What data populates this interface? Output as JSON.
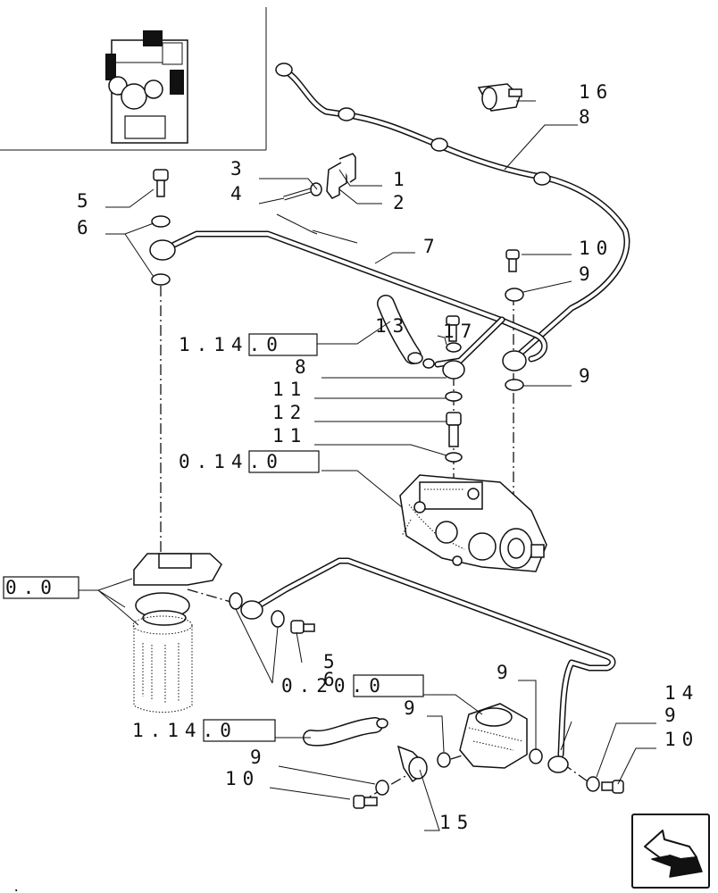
{
  "callouts": {
    "c1": "1",
    "c2": "2",
    "c3": "3",
    "c4": "4",
    "c5_top": "5",
    "c6_top": "6",
    "c7": "7",
    "c8_top": "8",
    "c16": "16",
    "c10_top": "10",
    "c9_a": "9",
    "c9_b": "9",
    "c13": "13",
    "c17": "17",
    "c8_mid": "8",
    "c11_a": "11",
    "c12": "12",
    "c11_b": "11",
    "c5_bot": "5",
    "c6_bot": "6",
    "c9_c": "9",
    "c14": "14",
    "c9_d": "9",
    "c10_bot_r": "10",
    "c9_e": "9",
    "c9_f": "9",
    "c10_bot_l": "10",
    "c15": "15"
  },
  "references": {
    "ref_1140_top": "1.14.0",
    "ref_0140": "0.14.0",
    "ref_00": "0.0",
    "ref_0200": "0.20.0",
    "ref_1140_bot": "1.14.0"
  },
  "corner_dot": "."
}
